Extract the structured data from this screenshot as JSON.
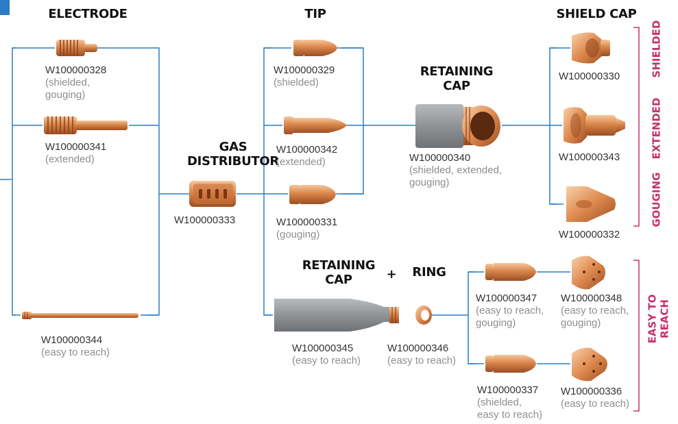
{
  "headers": {
    "electrode": "ELECTRODE",
    "tip": "TIP",
    "shield_cap": "SHIELD CAP",
    "gas_distributor_1": "GAS",
    "gas_distributor_2": "DISTRIBUTOR",
    "retaining_cap_1": "RETAINING",
    "retaining_cap_2": "CAP",
    "retaining_cap_b1": "RETAINING",
    "retaining_cap_b2": "CAP",
    "plus": "+",
    "ring": "RING"
  },
  "side_labels": {
    "shielded": "SHIELDED",
    "extended": "EXTENDED",
    "gouging": "GOUGING",
    "easy_1": "EASY TO",
    "easy_2": "REACH"
  },
  "parts": {
    "p328": {
      "pn": "W100000328",
      "d1": "(shielded,",
      "d2": "gouging)"
    },
    "p341": {
      "pn": "W100000341",
      "d1": "(extended)"
    },
    "p344": {
      "pn": "W100000344",
      "d1": "(easy to reach)"
    },
    "p333": {
      "pn": "W100000333"
    },
    "p329": {
      "pn": "W100000329",
      "d1": "(shielded)"
    },
    "p342": {
      "pn": "W100000342",
      "d1": "(extended)"
    },
    "p331": {
      "pn": "W100000331",
      "d1": "(gouging)"
    },
    "p340": {
      "pn": "W100000340",
      "d1": "(shielded, extended,",
      "d2": "gouging)"
    },
    "p330": {
      "pn": "W100000330"
    },
    "p343": {
      "pn": "W100000343"
    },
    "p332": {
      "pn": "W100000332"
    },
    "p345": {
      "pn": "W100000345",
      "d1": "(easy to reach)"
    },
    "p346": {
      "pn": "W100000346",
      "d1": "(easy to reach)"
    },
    "p347": {
      "pn": "W100000347",
      "d1": "(easy to reach,",
      "d2": "gouging)"
    },
    "p348": {
      "pn": "W100000348",
      "d1": "(easy to reach,",
      "d2": "gouging)"
    },
    "p337": {
      "pn": "W100000337",
      "d1": "(shielded,",
      "d2": "easy to reach)"
    },
    "p336": {
      "pn": "W100000336",
      "d1": "(easy to reach)"
    }
  },
  "colors": {
    "line": "#2b7cc4",
    "accent": "#c4326e",
    "copper": "#d07a3a",
    "gray_part": "#8f9396"
  }
}
